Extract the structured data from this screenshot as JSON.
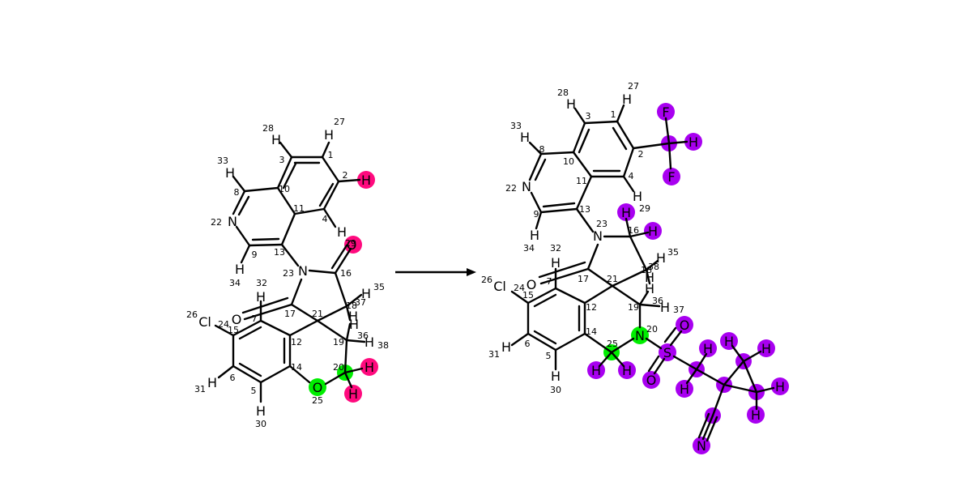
{
  "colors": {
    "left_changed": "#ff0a7e",
    "core": "#00ee00",
    "added": "#a800f0"
  },
  "arrow": {
    "label": ""
  },
  "reactant": {
    "symbols": [
      {
        "id": "H27",
        "t": "H"
      },
      {
        "id": "H28",
        "t": "H"
      },
      {
        "id": "H33",
        "t": "H"
      },
      {
        "id": "H2",
        "t": "H"
      },
      {
        "id": "N22",
        "t": "N"
      },
      {
        "id": "H4",
        "t": "H"
      },
      {
        "id": "H34",
        "t": "H"
      },
      {
        "id": "N23",
        "t": "N"
      },
      {
        "id": "O29",
        "t": "O"
      },
      {
        "id": "H35",
        "t": "H"
      },
      {
        "id": "H32",
        "t": "H"
      },
      {
        "id": "O7",
        "t": "O"
      },
      {
        "id": "Cl26",
        "t": "Cl"
      },
      {
        "id": "H37",
        "t": "H"
      },
      {
        "id": "H36",
        "t": "H"
      },
      {
        "id": "H38",
        "t": "H"
      },
      {
        "id": "H20a",
        "t": "H"
      },
      {
        "id": "H20b",
        "t": "H"
      },
      {
        "id": "H31",
        "t": "H"
      },
      {
        "id": "O25",
        "t": "O"
      },
      {
        "id": "H30",
        "t": "H"
      }
    ],
    "indices": [
      {
        "id": "i27",
        "t": "27"
      },
      {
        "id": "i28",
        "t": "28"
      },
      {
        "id": "i1",
        "t": "1"
      },
      {
        "id": "i3",
        "t": "3"
      },
      {
        "id": "i33",
        "t": "33"
      },
      {
        "id": "i8",
        "t": "8"
      },
      {
        "id": "i10",
        "t": "10"
      },
      {
        "id": "i2",
        "t": "2"
      },
      {
        "id": "i22",
        "t": "22"
      },
      {
        "id": "i11",
        "t": "11"
      },
      {
        "id": "i4",
        "t": "4"
      },
      {
        "id": "i13",
        "t": "13"
      },
      {
        "id": "i9",
        "t": "9"
      },
      {
        "id": "i29",
        "t": "29"
      },
      {
        "id": "i34",
        "t": "34"
      },
      {
        "id": "i23",
        "t": "23"
      },
      {
        "id": "i16",
        "t": "16"
      },
      {
        "id": "i32",
        "t": "32"
      },
      {
        "id": "i35",
        "t": "35"
      },
      {
        "id": "i7",
        "t": "7"
      },
      {
        "id": "i18",
        "t": "18"
      },
      {
        "id": "i37",
        "t": "37"
      },
      {
        "id": "i26",
        "t": "26"
      },
      {
        "id": "i21",
        "t": "21"
      },
      {
        "id": "i17",
        "t": "17"
      },
      {
        "id": "i24",
        "t": "24"
      },
      {
        "id": "i15",
        "t": "15"
      },
      {
        "id": "i36",
        "t": "36"
      },
      {
        "id": "i12",
        "t": "12"
      },
      {
        "id": "i19",
        "t": "19"
      },
      {
        "id": "i38",
        "t": "38"
      },
      {
        "id": "i20",
        "t": "20"
      },
      {
        "id": "i14",
        "t": "14"
      },
      {
        "id": "i31",
        "t": "31"
      },
      {
        "id": "i6",
        "t": "6"
      },
      {
        "id": "i5",
        "t": "5"
      },
      {
        "id": "i25",
        "t": "25"
      },
      {
        "id": "i30",
        "t": "30"
      }
    ]
  },
  "product": {
    "symbols": [
      {
        "id": "H27",
        "t": "H"
      },
      {
        "id": "H28",
        "t": "H"
      },
      {
        "id": "F1",
        "t": "F"
      },
      {
        "id": "H33",
        "t": "H"
      },
      {
        "id": "Hc",
        "t": "H"
      },
      {
        "id": "F2",
        "t": "F"
      },
      {
        "id": "N22",
        "t": "N"
      },
      {
        "id": "H29top",
        "t": "H"
      },
      {
        "id": "H4",
        "t": "H"
      },
      {
        "id": "H16",
        "t": "H"
      },
      {
        "id": "H34",
        "t": "H"
      },
      {
        "id": "N23",
        "t": "N"
      },
      {
        "id": "H35",
        "t": "H"
      },
      {
        "id": "H32",
        "t": "H"
      },
      {
        "id": "Cl26",
        "t": "Cl"
      },
      {
        "id": "O7",
        "t": "O"
      },
      {
        "id": "H38",
        "t": "H"
      },
      {
        "id": "H36",
        "t": "H"
      },
      {
        "id": "H37",
        "t": "H"
      },
      {
        "id": "O1",
        "t": "O"
      },
      {
        "id": "N20",
        "t": "N"
      },
      {
        "id": "H31",
        "t": "H"
      },
      {
        "id": "S",
        "t": "S"
      },
      {
        "id": "Ha",
        "t": "H"
      },
      {
        "id": "Hb",
        "t": "H"
      },
      {
        "id": "Hd",
        "t": "H"
      },
      {
        "id": "He",
        "t": "H"
      },
      {
        "id": "Hf",
        "t": "H"
      },
      {
        "id": "H30",
        "t": "H"
      },
      {
        "id": "O2",
        "t": "O"
      },
      {
        "id": "Hg",
        "t": "H"
      },
      {
        "id": "Hh",
        "t": "H"
      },
      {
        "id": "Hi",
        "t": "H"
      },
      {
        "id": "Nn",
        "t": "N"
      }
    ],
    "indices": [
      {
        "id": "i28",
        "t": "28"
      },
      {
        "id": "i27",
        "t": "27"
      },
      {
        "id": "i3",
        "t": "3"
      },
      {
        "id": "i1",
        "t": "1"
      },
      {
        "id": "i33",
        "t": "33"
      },
      {
        "id": "i8",
        "t": "8"
      },
      {
        "id": "i10",
        "t": "10"
      },
      {
        "id": "i2",
        "t": "2"
      },
      {
        "id": "i22",
        "t": "22"
      },
      {
        "id": "i11",
        "t": "11"
      },
      {
        "id": "i4",
        "t": "4"
      },
      {
        "id": "i29",
        "t": "29"
      },
      {
        "id": "i23",
        "t": "23"
      },
      {
        "id": "i9",
        "t": "9"
      },
      {
        "id": "i13",
        "t": "13"
      },
      {
        "id": "i16",
        "t": "16"
      },
      {
        "id": "i34",
        "t": "34"
      },
      {
        "id": "i32",
        "t": "32"
      },
      {
        "id": "i35",
        "t": "35"
      },
      {
        "id": "i38",
        "t": "38"
      },
      {
        "id": "i18",
        "t": "18"
      },
      {
        "id": "i26",
        "t": "26"
      },
      {
        "id": "i7",
        "t": "7"
      },
      {
        "id": "i17",
        "t": "17"
      },
      {
        "id": "i21",
        "t": "21"
      },
      {
        "id": "i24",
        "t": "24"
      },
      {
        "id": "i15",
        "t": "15"
      },
      {
        "id": "i36",
        "t": "36"
      },
      {
        "id": "i12",
        "t": "12"
      },
      {
        "id": "i19",
        "t": "19"
      },
      {
        "id": "i37",
        "t": "37"
      },
      {
        "id": "i20",
        "t": "20"
      },
      {
        "id": "i14",
        "t": "14"
      },
      {
        "id": "i25",
        "t": "25"
      },
      {
        "id": "i31",
        "t": "31"
      },
      {
        "id": "i6",
        "t": "6"
      },
      {
        "id": "i5",
        "t": "5"
      },
      {
        "id": "i30",
        "t": "30"
      }
    ]
  }
}
